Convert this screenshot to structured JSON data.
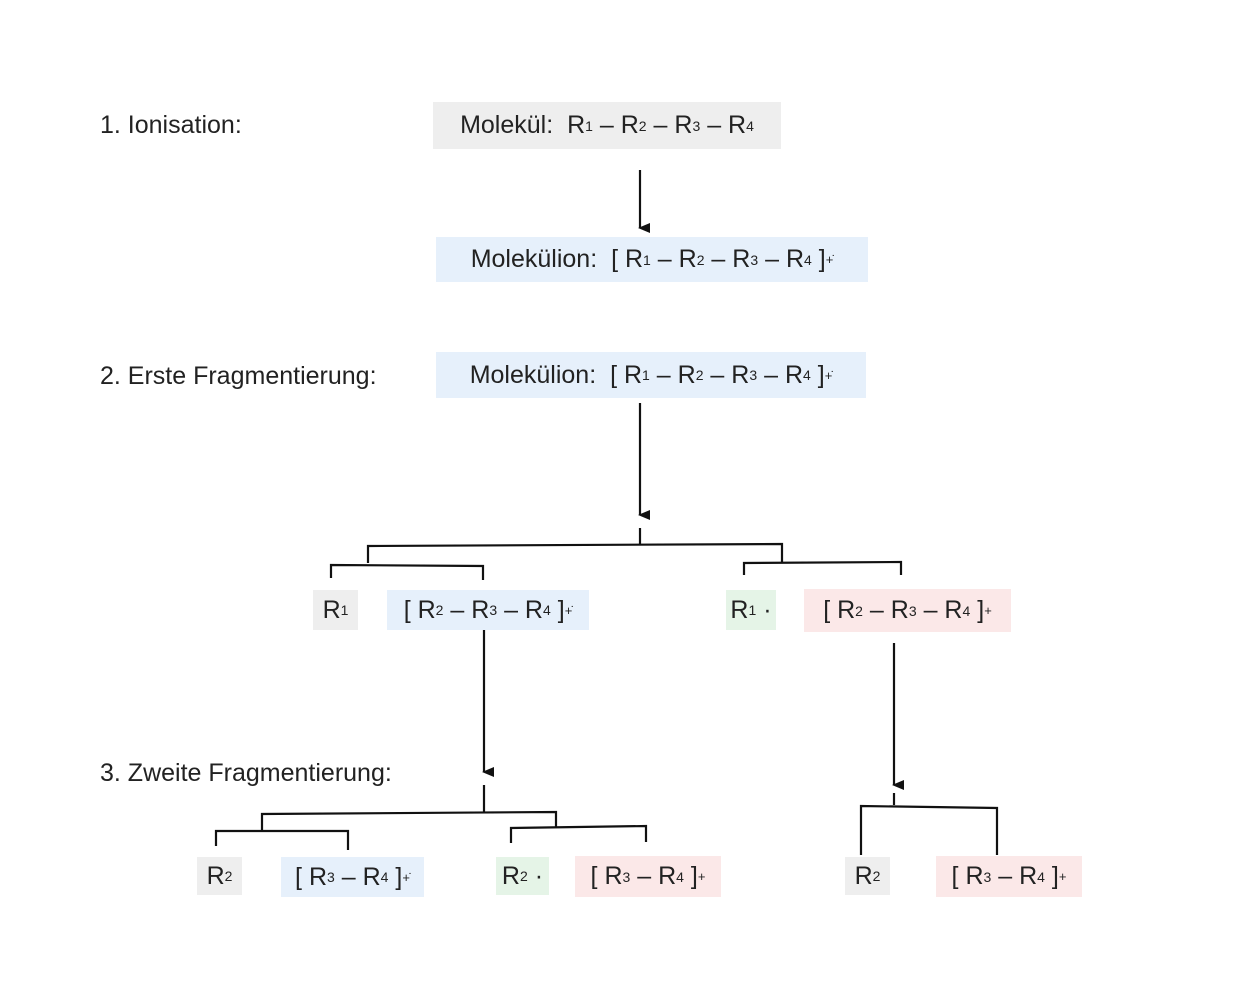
{
  "steps": {
    "s1": "1. Ionisation:",
    "s2": "2. Erste Fragmentierung:",
    "s3": "3. Zweite Fragmentierung:"
  },
  "sub": {
    "1": "1",
    "2": "2",
    "3": "3",
    "4": "4"
  },
  "sym": {
    "R": "R",
    "dash": " – ",
    "lb": "[ ",
    "rb": " ]",
    "radical_cation": "+̇",
    "cation": "+",
    "radical_dot": " ·"
  },
  "labels": {
    "molecule": "Molekül:",
    "molecular_ion": "Molekülion:"
  },
  "colors": {
    "neutral": "#eeeeee",
    "radical_cation": "#e6f0fb",
    "radical": "#e5f4e7",
    "cation": "#fbe8e8"
  }
}
